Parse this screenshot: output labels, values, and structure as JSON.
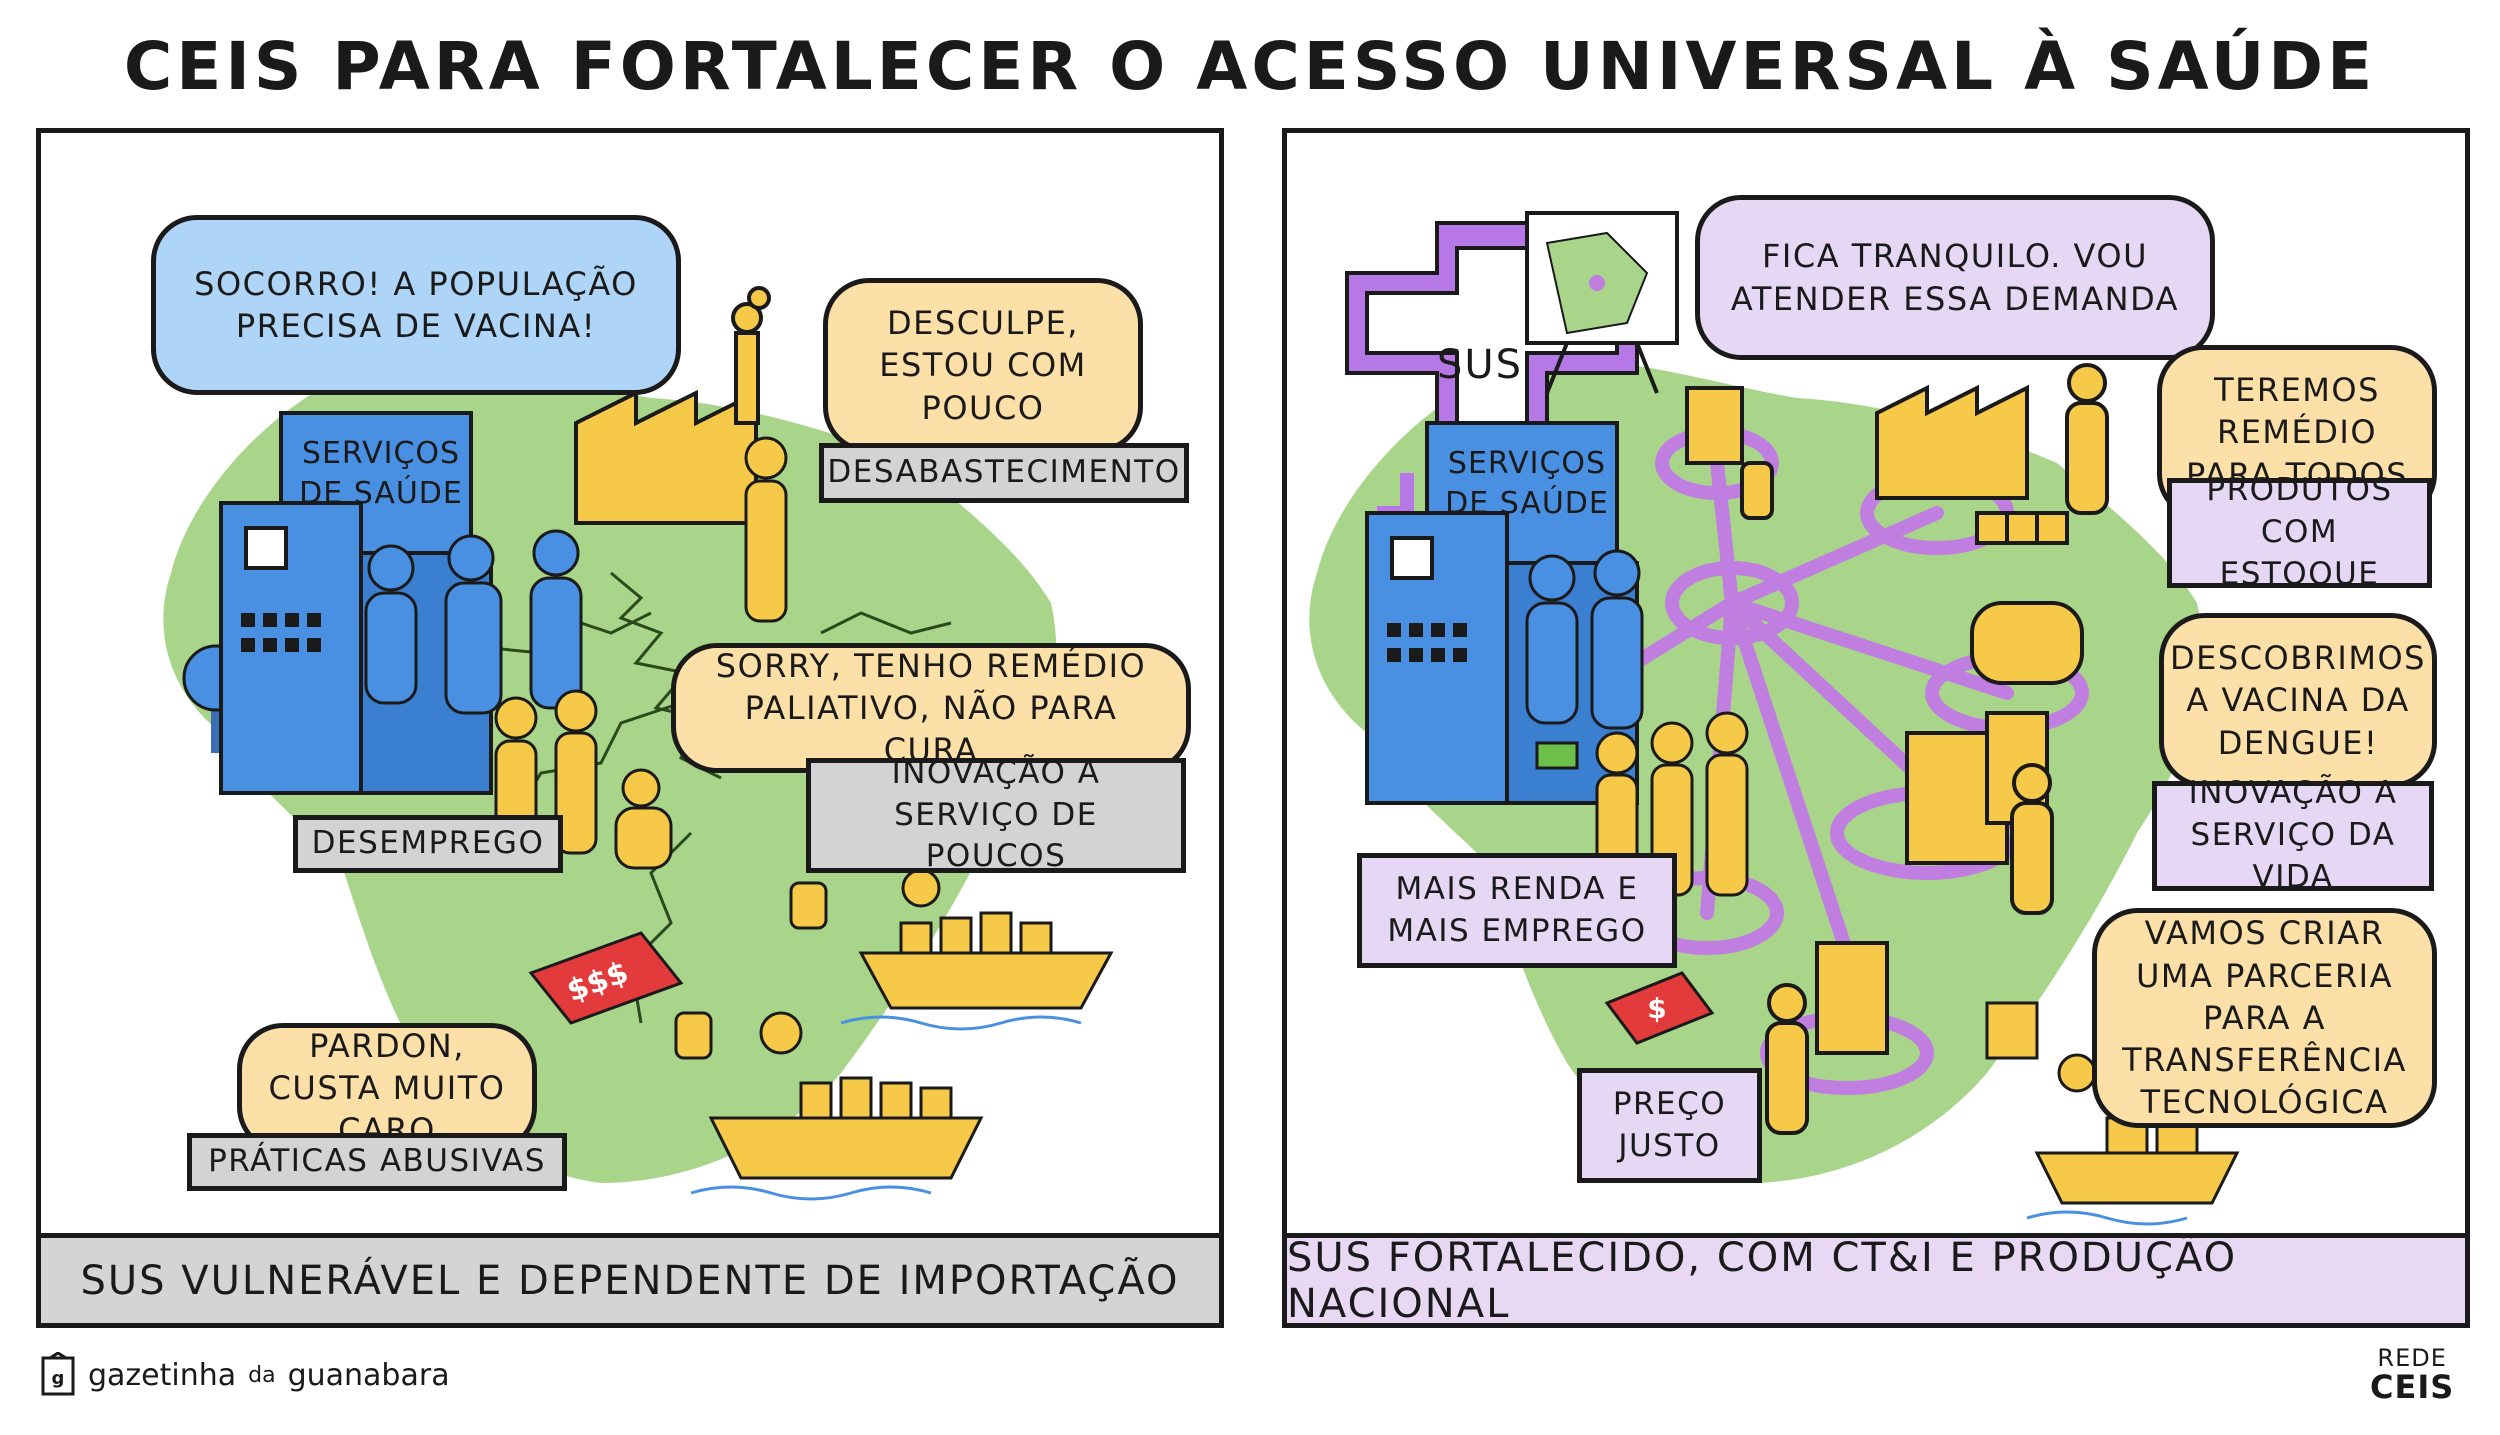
{
  "title": "CEIS PARA FORTALECER O ACESSO UNIVERSAL À SAÚDE",
  "left_panel": {
    "bubble_population": "SOCORRO! A POPULAÇÃO PRECISA DE VACINA!",
    "bubble_factory": "DESCULPE, ESTOU COM POUCO",
    "bubble_sorry": "SORRY, TENHO REMÉDIO PALIATIVO, NÃO PARA CURA",
    "bubble_pardon": "PARDON, CUSTA MUITO CARO",
    "label_supply": "DESABASTECIMENTO",
    "label_unemployment": "DESEMPREGO",
    "label_innovation": "INOVAÇÃO A SERVIÇO DE POUCOS",
    "label_abusive": "PRÁTICAS ABUSIVAS",
    "building_label_line1": "SERVIÇOS",
    "building_label_line2": "DE SAÚDE",
    "price_tag": "$$$",
    "footer": "SUS VULNERÁVEL E DEPENDENTE DE IMPORTAÇÃO"
  },
  "right_panel": {
    "bubble_sus": "FICA TRANQUILO. VOU ATENDER ESSA DEMANDA",
    "bubble_medicine": "TEREMOS REMÉDIO PARA TODOS",
    "bubble_vaccine": "DESCOBRIMOS A VACINA DA DENGUE!",
    "bubble_partnership": "VAMOS CRIAR UMA PARCERIA PARA A TRANSFERÊNCIA TECNOLÓGICA",
    "label_stock": "PRODUTOS COM ESTOQUE",
    "label_innovation": "INOVAÇÃO A SERVIÇO DA VIDA",
    "label_income": "MAIS RENDA E MAIS EMPREGO",
    "label_price": "PREÇO JUSTO",
    "sus_sign": "SUS",
    "building_label_line1": "SERVIÇOS",
    "building_label_line2": "DE SAÚDE",
    "price_tag": "$",
    "footer": "SUS FORTALECIDO, COM CT&I E PRODUÇÃO NACIONAL"
  },
  "branding": {
    "left_name": "gazetinha",
    "left_small": "da",
    "left_name2": "guanabara",
    "right_line1": "REDE",
    "right_line2": "CEIS"
  },
  "colors": {
    "map_green": "#a8d58a",
    "building_blue": "#4a90e2",
    "factory_yellow": "#f7c948",
    "connection_purple": "#c07fe0",
    "sus_purple": "#b678e6"
  }
}
